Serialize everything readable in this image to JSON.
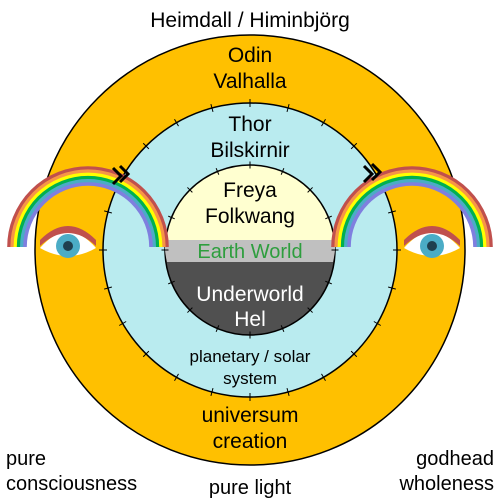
{
  "title": "Heimdall / Himinbjörg",
  "rings": {
    "outer": {
      "line1": "Odin",
      "line2": "Valhalla",
      "color": "#FFC000"
    },
    "middle": {
      "line1": "Thor",
      "line2": "Bilskirnir",
      "color": "#B9EBEF"
    },
    "inner": {
      "line1": "Freya",
      "line2": "Folkwang",
      "color": "#FFFFD0"
    },
    "earth": {
      "label": "Earth World",
      "color": "#2E9E3E",
      "band": "#C0C0C0"
    },
    "underworld": {
      "line1": "Underworld",
      "line2": "Hel",
      "color": "#505050"
    }
  },
  "middle_bottom": {
    "line1": "planetary / solar",
    "line2": "system"
  },
  "outer_bottom": {
    "line1": "universum",
    "line2": "creation"
  },
  "corners": {
    "left": {
      "line1": "pure",
      "line2": "consciousness"
    },
    "right": {
      "line1": "godhead",
      "line2": "wholeness"
    },
    "bottom": "pure light"
  },
  "icons": {
    "eyes": "eye-icon",
    "rainbows": "rainbow-bridge-icon",
    "arrows": "double-chevron-icon"
  },
  "rainbow_colors": [
    "#C0504D",
    "#F79646",
    "#FFFF00",
    "#00B050",
    "#4BACC6",
    "#7F7FDF"
  ]
}
